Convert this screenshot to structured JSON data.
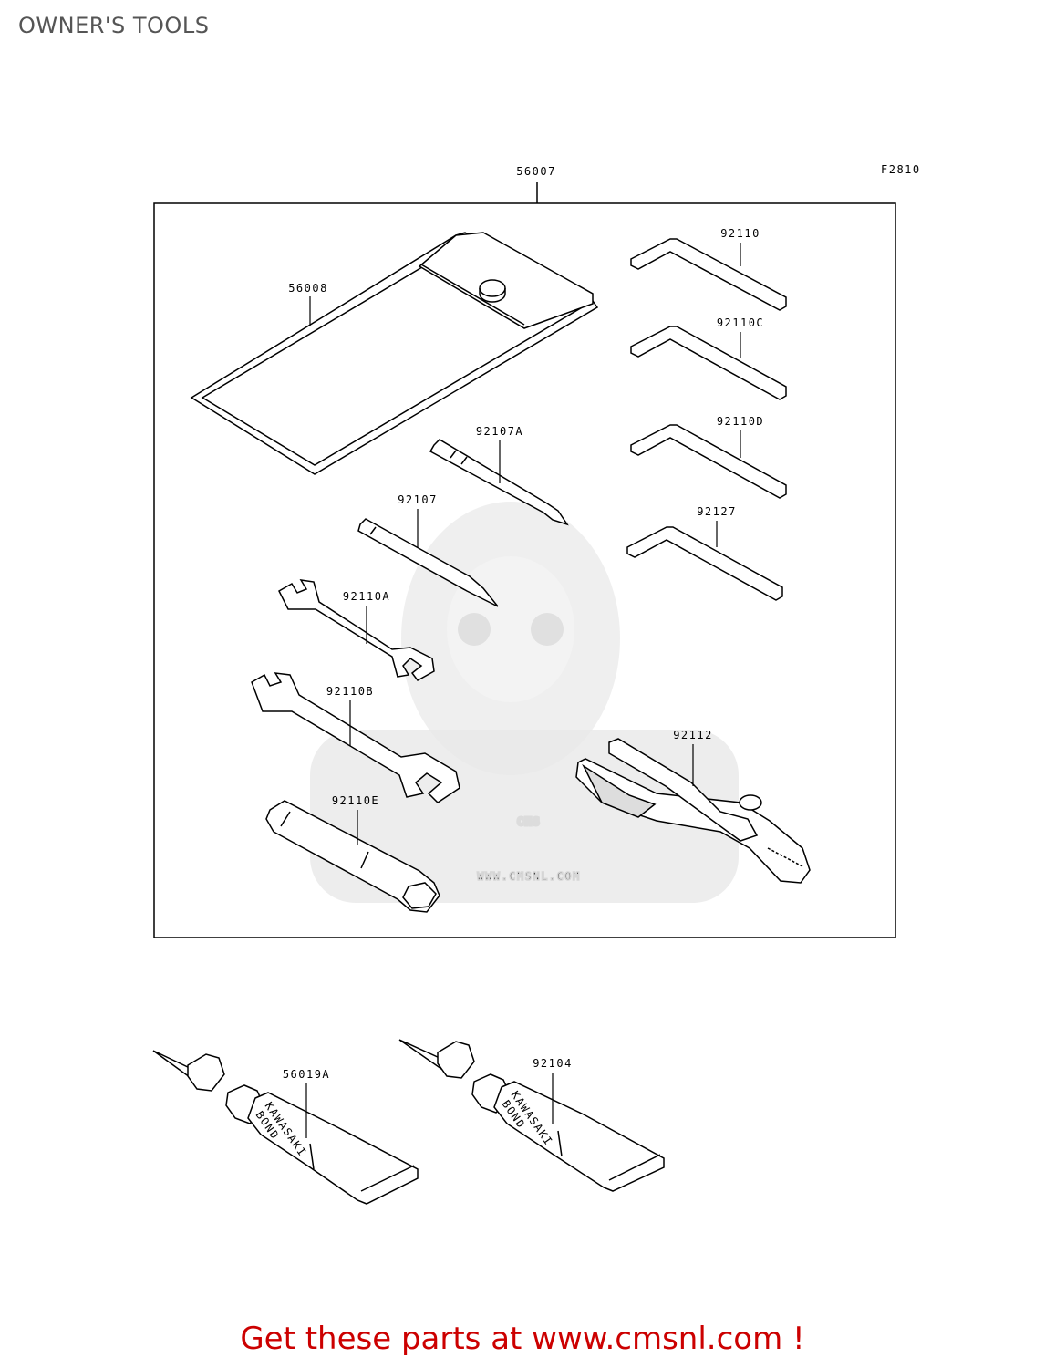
{
  "page": {
    "title": "OWNER'S TOOLS",
    "figure_code": "F2810",
    "footer": "Get these parts at www.cmsnl.com !"
  },
  "watermark": {
    "brand": "CMS",
    "url": "WWW.CMSNL.COM"
  },
  "parts": {
    "kit": "56007",
    "tool_bag": "56008",
    "hex_wrench_1": "92110",
    "hex_wrench_2": "92110C",
    "hex_wrench_3": "92110D",
    "hex_wrench_4": "92127",
    "screwdriver_a": "92107A",
    "screwdriver": "92107",
    "spanner_a": "92110A",
    "spanner_b": "92110B",
    "box_wrench": "92110E",
    "pliers": "92112",
    "bond_1": "56019A",
    "bond_2": "92104"
  },
  "tube_labels": {
    "brand": "KAWASAKI",
    "product": "BOND"
  }
}
